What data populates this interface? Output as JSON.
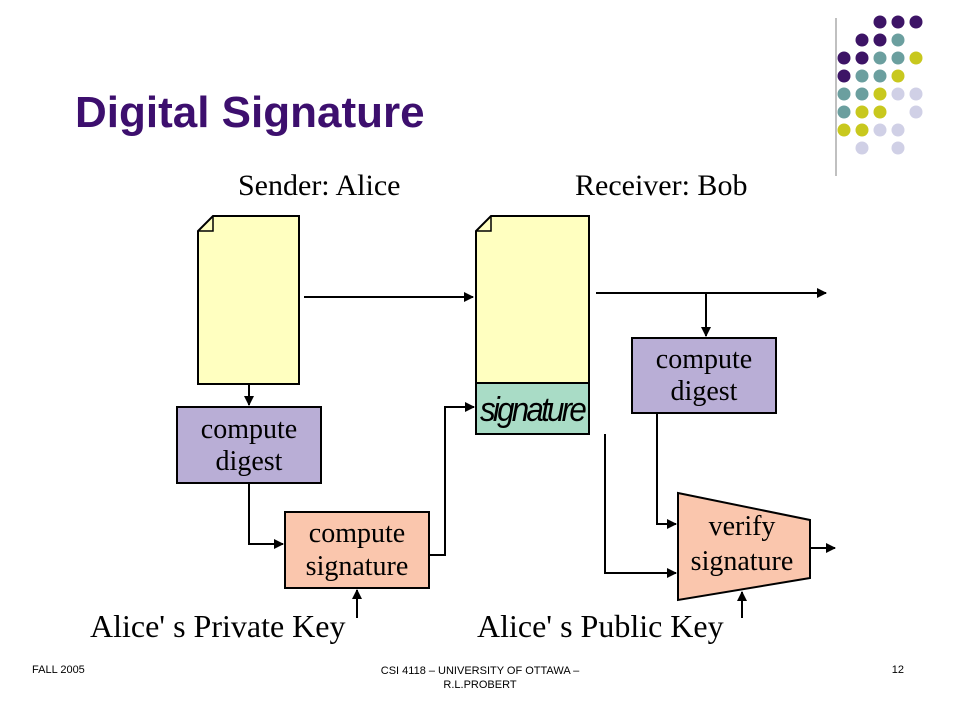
{
  "slide": {
    "title": "Digital Signature",
    "page_number": "12"
  },
  "diagram": {
    "sender_label": "Sender: Alice",
    "receiver_label": "Receiver: Bob",
    "sender_compute_digest": [
      "compute",
      "digest"
    ],
    "compute_signature": [
      "compute",
      "signature"
    ],
    "signature_stamp": "signature",
    "receiver_compute_digest": [
      "compute",
      "digest"
    ],
    "verify_signature": [
      "verify",
      "signature"
    ],
    "private_key_label": "Alice' s Private Key",
    "public_key_label": "Alice' s Public Key"
  },
  "footer": {
    "left": "FALL 2005",
    "center_line1": "CSI 4118 – UNIVERSITY OF OTTAWA –",
    "center_line2": "R.L.PROBERT"
  },
  "colors": {
    "title": "#3d0f6e",
    "dot_purple": "#3d1466",
    "dot_teal": "#6b9f9f",
    "dot_olive": "#c8c81e",
    "dot_lavender": "#d0d0e6",
    "document_fill": "#ffffc0",
    "digest_box_fill": "#b9aed6",
    "signature_box_fill": "#fac6ad",
    "stamp_fill": "#a9dcc6"
  }
}
